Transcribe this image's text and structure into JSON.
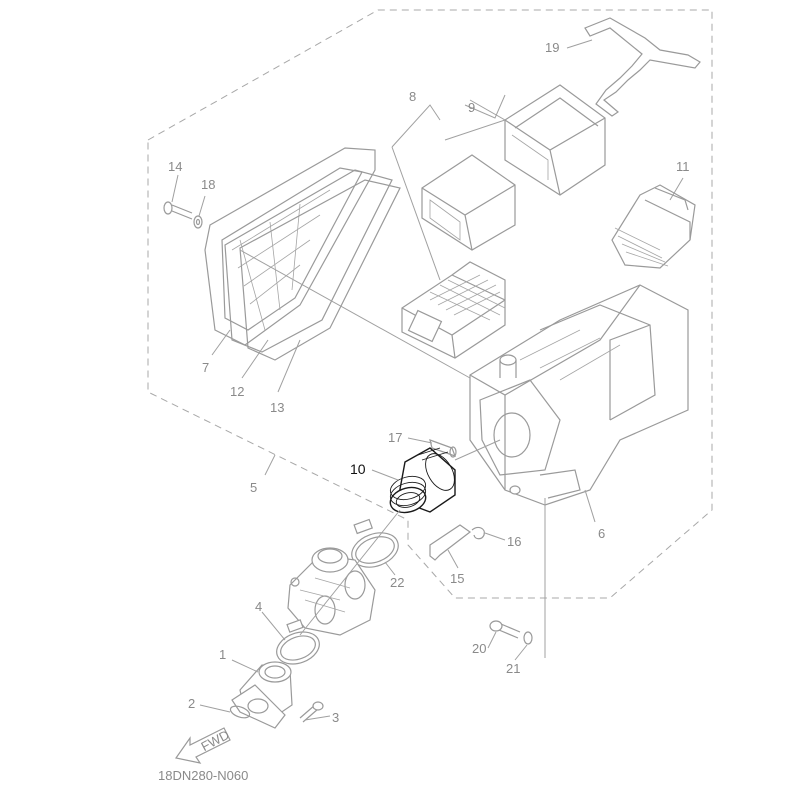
{
  "diagram_code": "18DN280-N060",
  "highlighted_part": "10",
  "callouts": [
    {
      "id": "c1",
      "label": "1"
    },
    {
      "id": "c2",
      "label": "2"
    },
    {
      "id": "c3",
      "label": "3"
    },
    {
      "id": "c4",
      "label": "4"
    },
    {
      "id": "c5",
      "label": "5"
    },
    {
      "id": "c6",
      "label": "6"
    },
    {
      "id": "c7",
      "label": "7"
    },
    {
      "id": "c8",
      "label": "8"
    },
    {
      "id": "c9",
      "label": "9"
    },
    {
      "id": "c10",
      "label": "10"
    },
    {
      "id": "c11",
      "label": "11"
    },
    {
      "id": "c12",
      "label": "12"
    },
    {
      "id": "c13",
      "label": "13"
    },
    {
      "id": "c14",
      "label": "14"
    },
    {
      "id": "c15",
      "label": "15"
    },
    {
      "id": "c16",
      "label": "16"
    },
    {
      "id": "c17",
      "label": "17"
    },
    {
      "id": "c18",
      "label": "18"
    },
    {
      "id": "c19",
      "label": "19"
    },
    {
      "id": "c20",
      "label": "20"
    },
    {
      "id": "c21",
      "label": "21"
    },
    {
      "id": "c22",
      "label": "22"
    }
  ],
  "direction_arrow": {
    "text": "FWD",
    "icon": "fwd-arrow-icon"
  },
  "colors": {
    "line": "#9a9a9a",
    "label": "#8a8a8a",
    "highlight": "#111111"
  }
}
